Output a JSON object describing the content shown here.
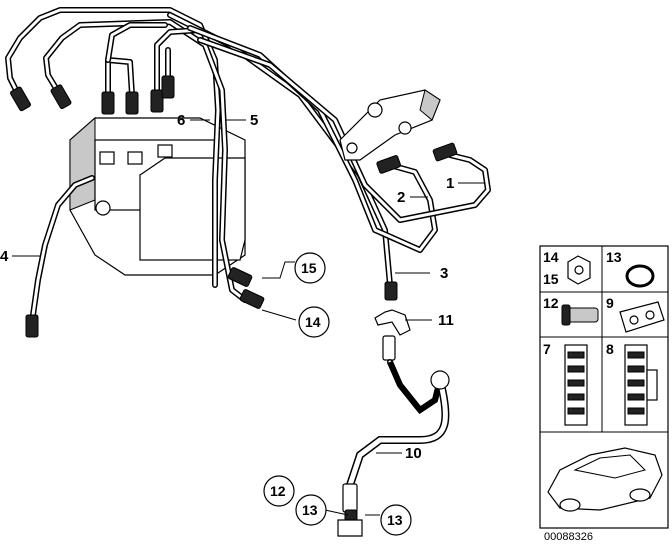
{
  "callouts": {
    "c1": "1",
    "c2": "2",
    "c3": "3",
    "c4": "4",
    "c5": "5",
    "c6": "6",
    "c10": "10",
    "c11": "11",
    "c12": "12",
    "c13a": "13",
    "c13b": "13",
    "c14": "14",
    "c15": "15"
  },
  "legend": {
    "cell_14": "14",
    "cell_15": "15",
    "cell_13": "13",
    "cell_12": "12",
    "cell_9": "9",
    "cell_7": "7",
    "cell_8": "8"
  },
  "reference_number": "00088326"
}
